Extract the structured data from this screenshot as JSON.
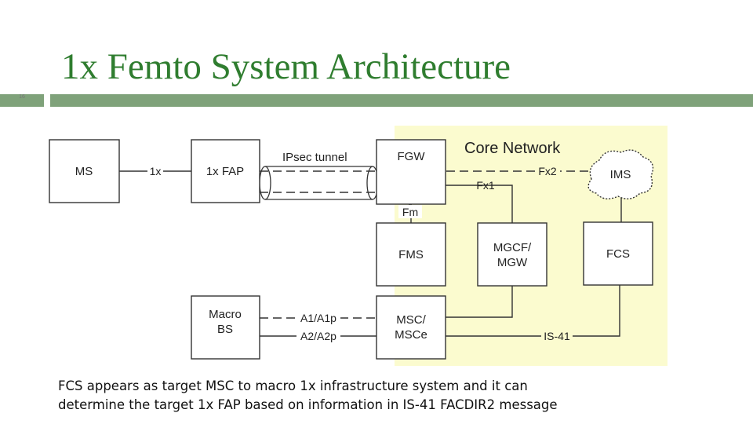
{
  "slide": {
    "title": "1x Femto System Architecture",
    "slide_number": "16",
    "caption_lines": [
      "FCS appears as target MSC to macro 1x infrastructure system and it can",
      "determine the target 1x FAP based on information in IS-41 FACDIR2 message"
    ]
  },
  "diagram": {
    "region_label": "Core Network",
    "tunnel_label": "IPsec tunnel",
    "nodes": {
      "ms": "MS",
      "fap": "1x FAP",
      "fgw": "FGW",
      "ims": "IMS",
      "fms": "FMS",
      "mgcf_line1": "MGCF/",
      "mgcf_line2": "MGW",
      "fcs": "FCS",
      "macro_line1": "Macro",
      "macro_line2": "BS",
      "msc_line1": "MSC/",
      "msc_line2": "MSCe"
    },
    "interfaces": {
      "1x": "1x",
      "fx2": "Fx2",
      "fx1": "Fx1",
      "fm": "Fm",
      "a1": "A1/A1p",
      "a2": "A2/A2p",
      "is41": "IS-41"
    },
    "colors": {
      "core_background": "#fbfbcf",
      "accent_green": "#7fa27a",
      "title_green": "#2f7d2f"
    }
  }
}
